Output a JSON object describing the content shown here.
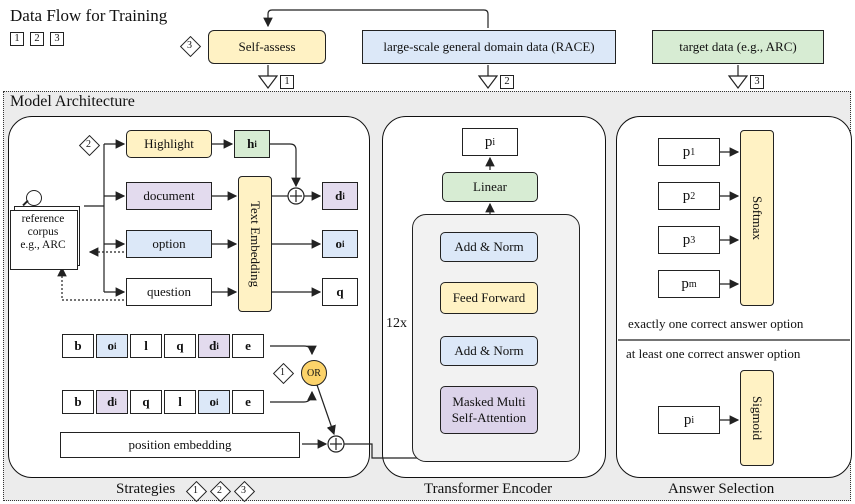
{
  "top": {
    "title": "Data Flow for Training",
    "legend_numbers": [
      "1",
      "2",
      "3"
    ],
    "self_assess": "Self-assess",
    "self_assess_step": "3",
    "general_data": "large-scale general domain data (RACE)",
    "target_data": "target data (e.g., ARC)",
    "step_1": "1",
    "step_2": "2",
    "step_3": "3"
  },
  "arch": {
    "title": "Model Architecture"
  },
  "strategies": {
    "highlight": "Highlight",
    "highlight_step": "2",
    "document": "document",
    "option": "option",
    "question": "question",
    "text_embedding": "Text Embedding",
    "h_out": "h",
    "h_sub": "i",
    "d_out": "d",
    "d_sub": "i",
    "o_out": "o",
    "o_sub": "i",
    "q_out": "q",
    "corpus_line1": "reference",
    "corpus_line2": "corpus",
    "corpus_line3": "e.g., ARC",
    "seq1": [
      {
        "t": "b",
        "s": ""
      },
      {
        "t": "o",
        "s": "i"
      },
      {
        "t": "l",
        "s": ""
      },
      {
        "t": "q",
        "s": ""
      },
      {
        "t": "d",
        "s": "i"
      },
      {
        "t": "e",
        "s": ""
      }
    ],
    "seq2": [
      {
        "t": "b",
        "s": ""
      },
      {
        "t": "d",
        "s": "i"
      },
      {
        "t": "q",
        "s": ""
      },
      {
        "t": "l",
        "s": ""
      },
      {
        "t": "o",
        "s": "i"
      },
      {
        "t": "e",
        "s": ""
      }
    ],
    "or_label": "OR",
    "or_step": "1",
    "position_embedding": "position embedding",
    "caption": "Strategies",
    "caption_steps": [
      "1",
      "2",
      "3"
    ]
  },
  "encoder": {
    "output": "p",
    "output_sub": "i",
    "linear": "Linear",
    "add_norm_top": "Add & Norm",
    "feed_forward": "Feed Forward",
    "add_norm_bottom": "Add & Norm",
    "attention_line1": "Masked Multi",
    "attention_line2": "Self-Attention",
    "repeat": "12x",
    "caption": "Transformer Encoder"
  },
  "answer": {
    "inputs": [
      {
        "t": "p",
        "s": "1"
      },
      {
        "t": "p",
        "s": "2"
      },
      {
        "t": "p",
        "s": "3"
      },
      {
        "t": "p",
        "s": "m"
      }
    ],
    "softmax": "Softmax",
    "exactly_one": "exactly one correct answer option",
    "at_least_one": "at least one correct answer option",
    "sigmoid_input": "p",
    "sigmoid_input_sub": "i",
    "sigmoid": "Sigmoid",
    "caption": "Answer Selection"
  }
}
